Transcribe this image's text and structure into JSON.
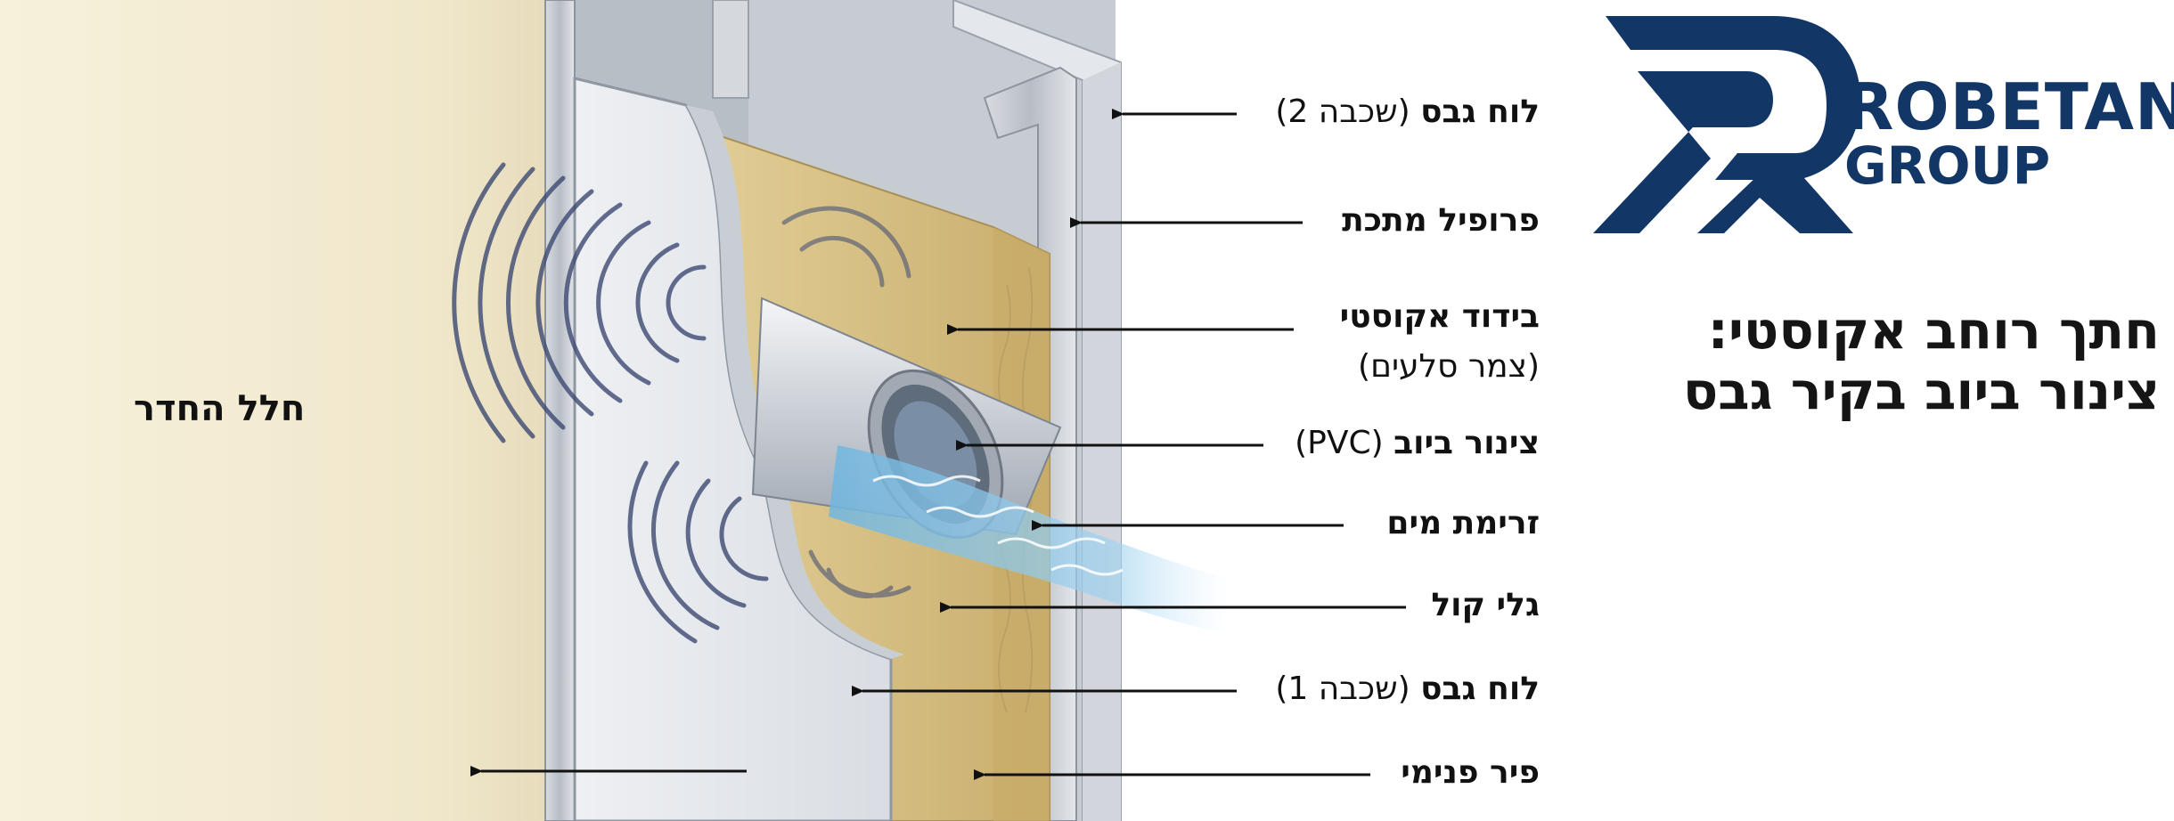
{
  "brand": {
    "name_line1": "ROBETAN",
    "name_line2": "GROUP",
    "color": "#123766"
  },
  "title": {
    "line1": "חתך רוחב אקוסטי:",
    "line2": "צינור ביוב בקיר גבס"
  },
  "room_label": "חלל החדר",
  "labels": [
    {
      "bold": "לוח גבס",
      "plain": " (שכבה 2)"
    },
    {
      "bold": "פרופיל מתכת",
      "plain": ""
    },
    {
      "bold": "בידוד אקוסטי",
      "plain": "",
      "sub": "(צמר סלעים)"
    },
    {
      "bold": "צינור ביוב",
      "plain": " (PVC)"
    },
    {
      "bold": "זרימת מים",
      "plain": ""
    },
    {
      "bold": "גלי קול",
      "plain": ""
    },
    {
      "bold": "לוח גבס",
      "plain": " (שכבה 1)"
    },
    {
      "bold": "פיר פנימי",
      "plain": ""
    }
  ],
  "colors": {
    "room_wall": "#f1ead4",
    "gypsum_board": "#e6e9ee",
    "insulation": "#d9c48c",
    "metal_profile": "#bfc4ca",
    "pvc_pipe": "#d4d7dc",
    "water": "#7fc3e6",
    "sound_waves": "#3d4a73"
  }
}
